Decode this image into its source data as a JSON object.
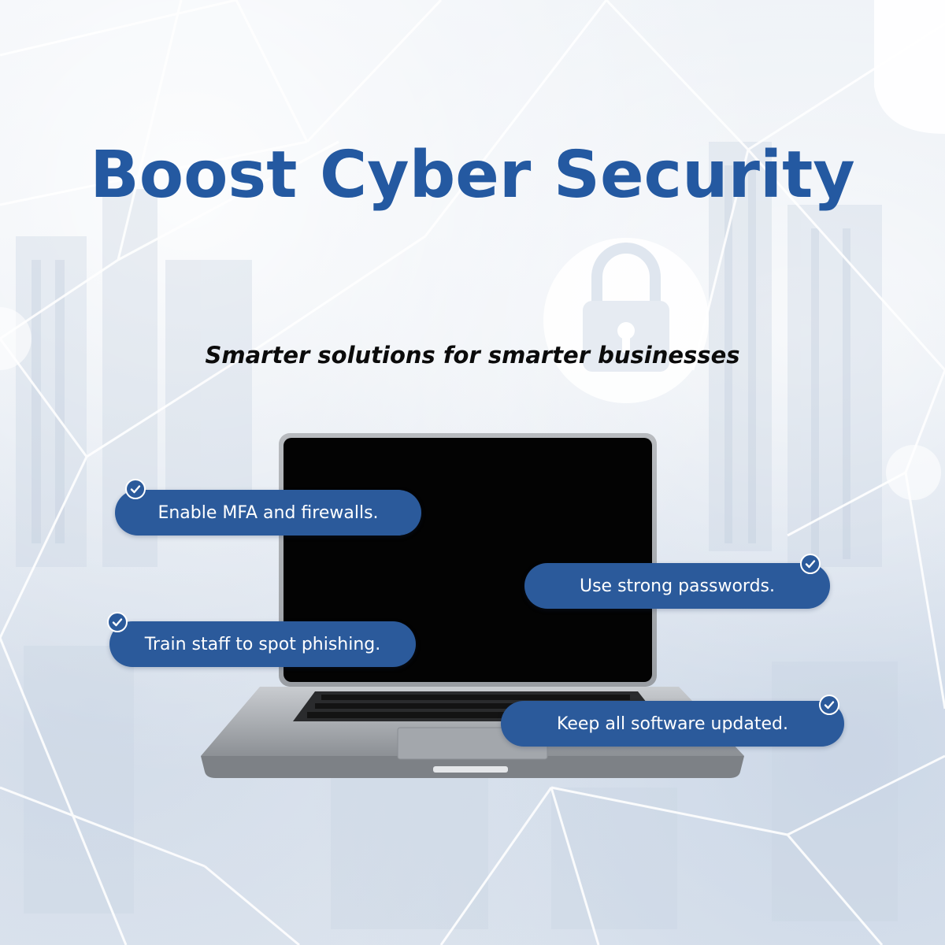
{
  "title": "Boost Cyber Security",
  "subtitle": "Smarter solutions for smarter businesses",
  "tips": [
    {
      "label": "Enable MFA and firewalls."
    },
    {
      "label": "Use strong passwords."
    },
    {
      "label": "Train staff to spot phishing."
    },
    {
      "label": "Keep all software updated."
    }
  ],
  "colors": {
    "title": "#2459a1",
    "pill": "#2b5a9b",
    "pill_text": "#ffffff",
    "subtitle": "#0b0b0b"
  },
  "icons": [
    "lock-icon",
    "check-icon",
    "laptop-image"
  ]
}
